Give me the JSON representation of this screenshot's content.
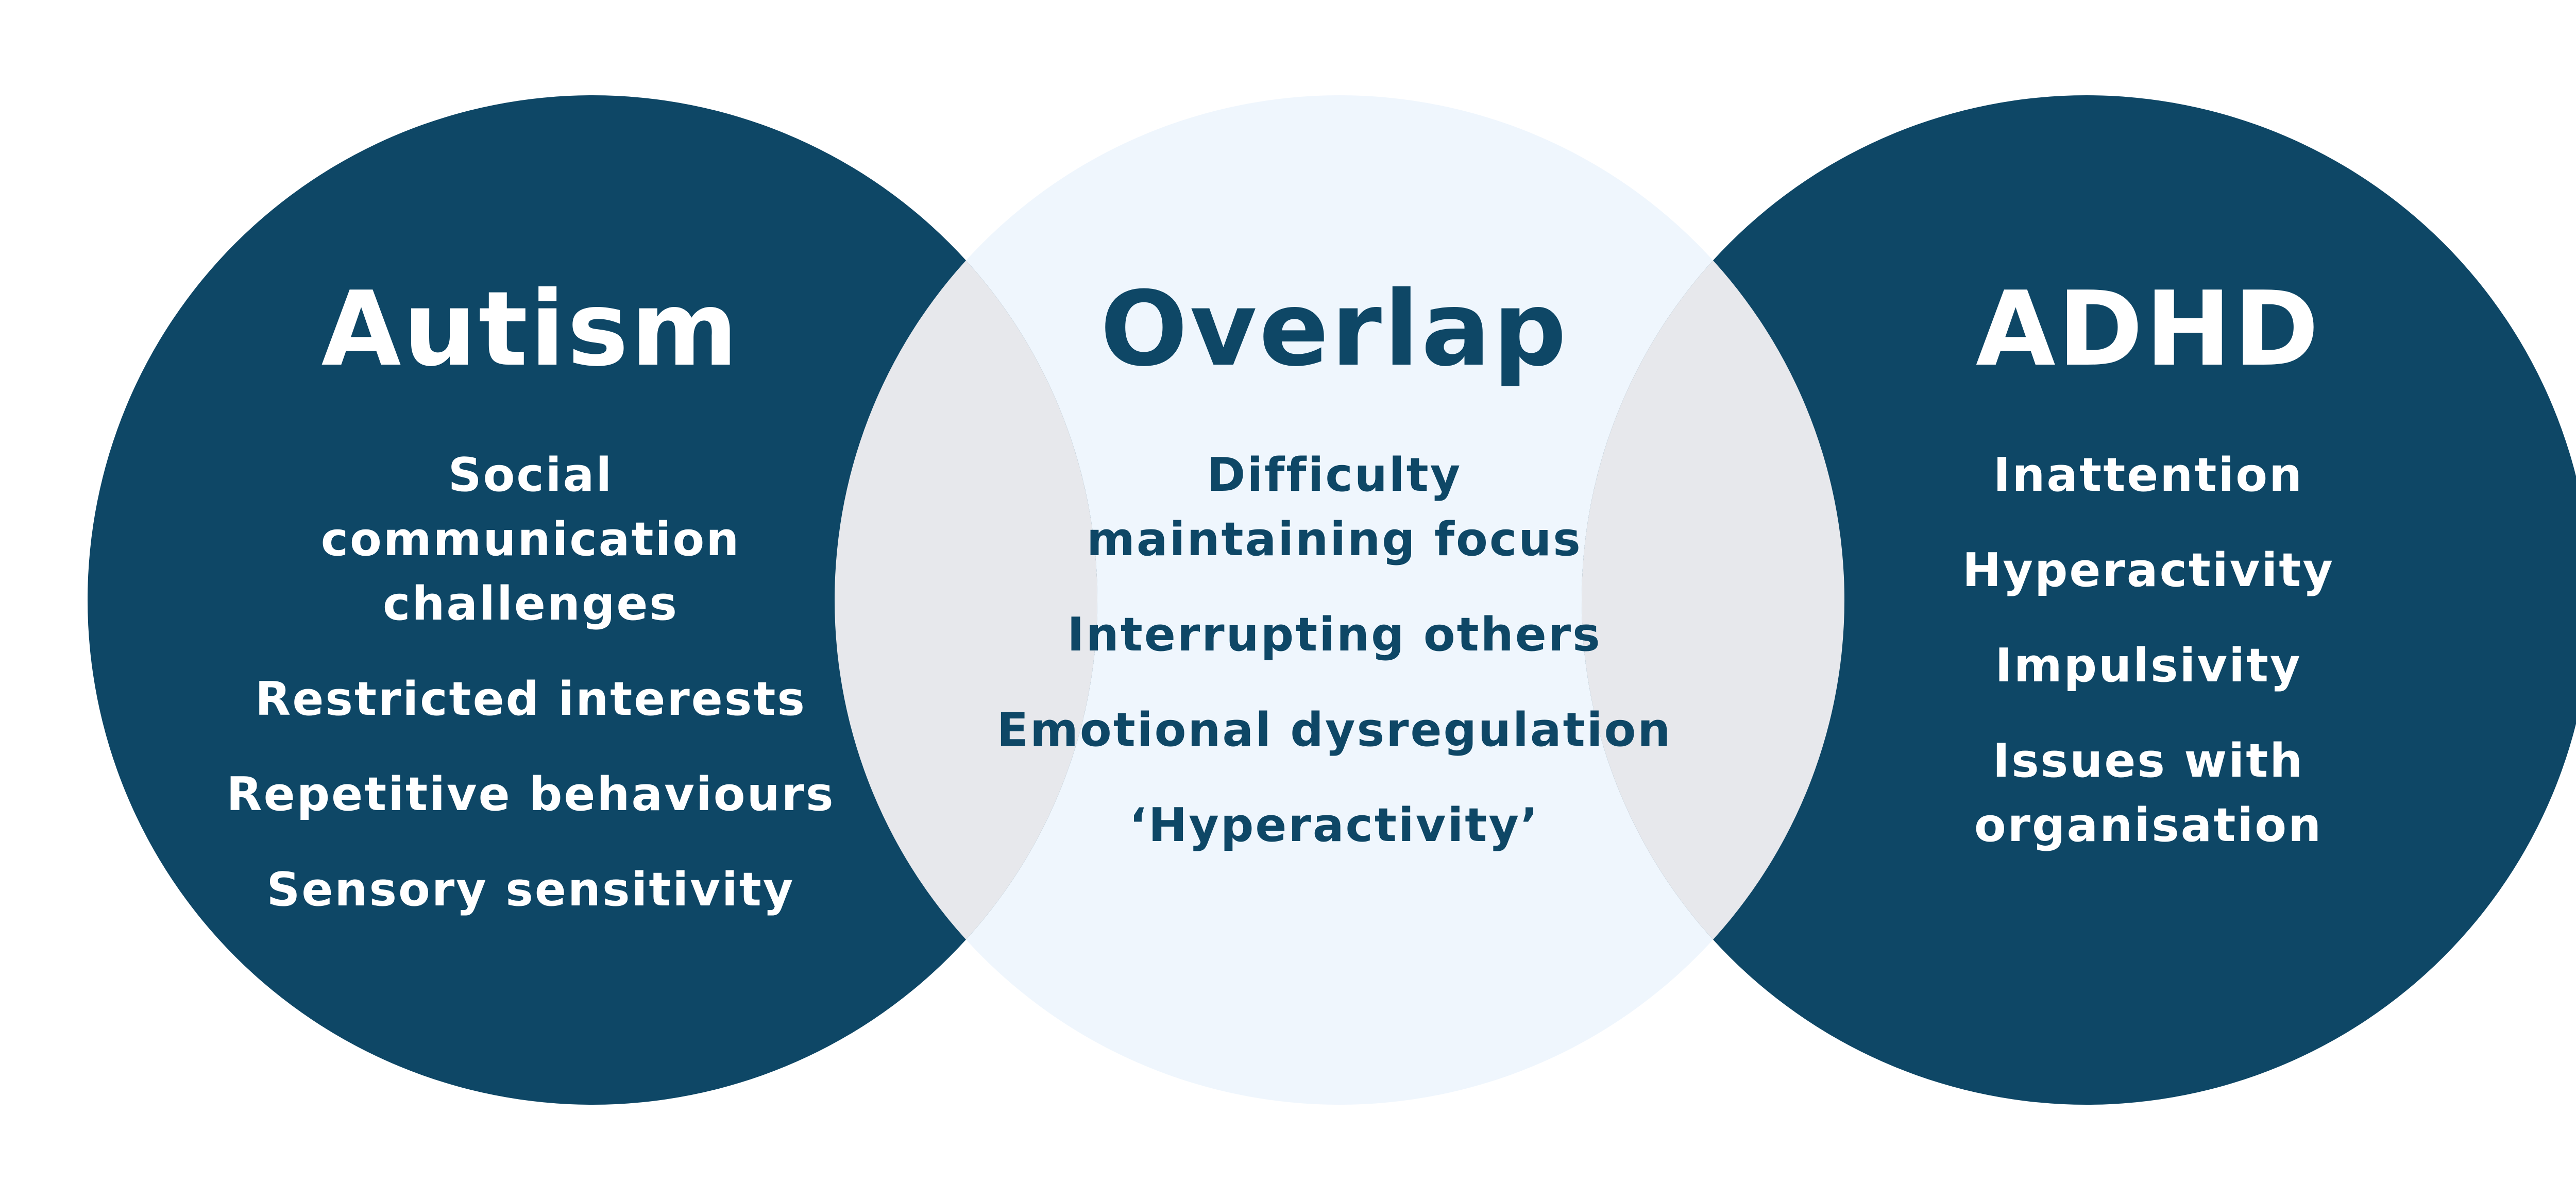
{
  "colors": {
    "dark_circle": "#0e4766",
    "light_circle": "#eff6fd",
    "lens": "#e7e8ec",
    "background": "#ffffff",
    "light_text": "#ffffff",
    "dark_text": "#0e4766"
  },
  "autism": {
    "title": "Autism",
    "items": [
      "Social communication challenges",
      "Restricted interests",
      "Repetitive behaviours",
      "Sensory sensitivity"
    ]
  },
  "overlap": {
    "title": "Overlap",
    "items": [
      "Difficulty maintaining focus",
      "Interrupting others",
      "Emotional dysregulation",
      "‘Hyperactivity’"
    ]
  },
  "adhd": {
    "title": "ADHD",
    "items": [
      "Inattention",
      "Hyperactivity",
      "Impulsivity",
      "Issues with organisation"
    ]
  }
}
